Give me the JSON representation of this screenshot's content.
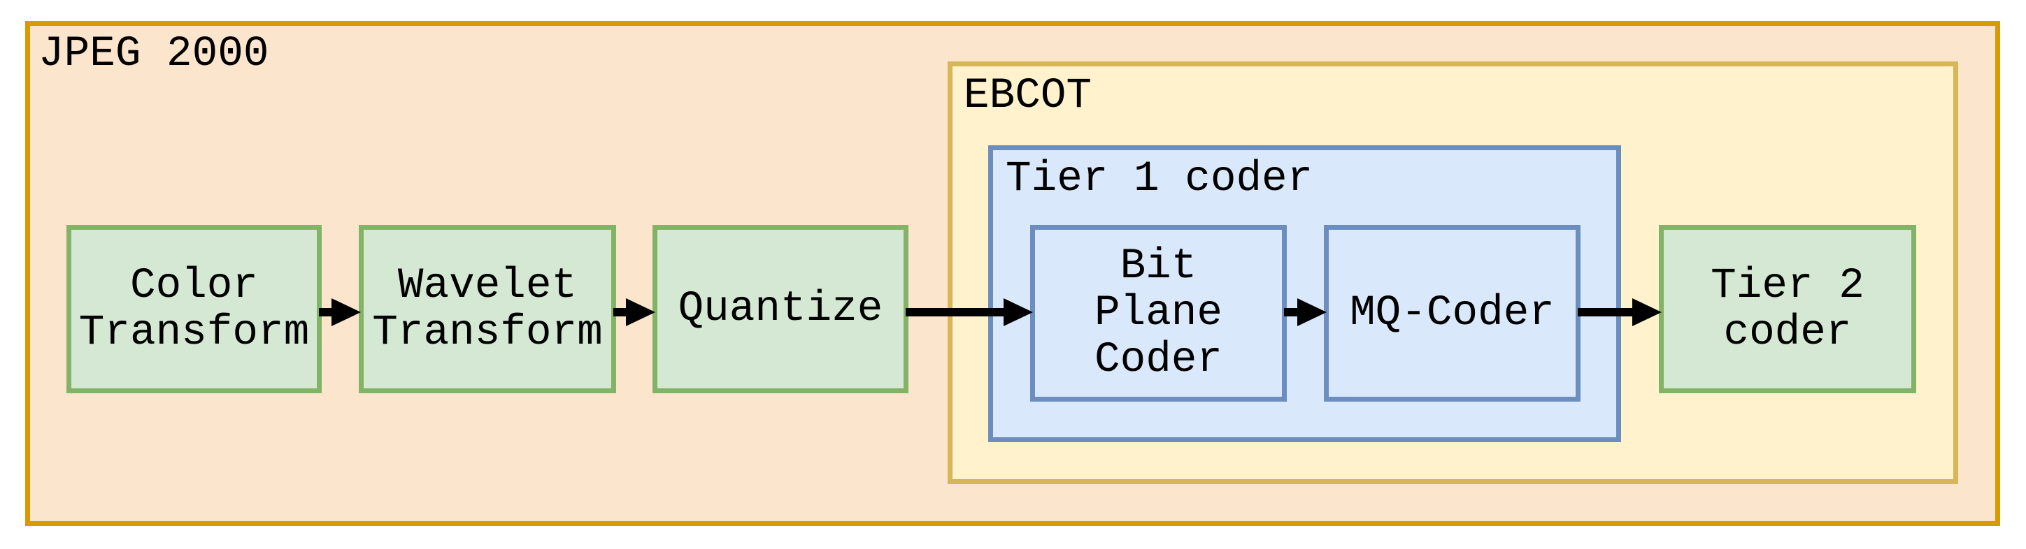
{
  "diagram": {
    "outer_label": "JPEG 2000",
    "ebcot_label": "EBCOT",
    "tier1_label": "Tier 1 coder",
    "nodes": {
      "color_transform": "Color\nTransform",
      "wavelet_transform": "Wavelet\nTransform",
      "quantize": "Quantize",
      "bit_plane_coder": "Bit\nPlane\nCoder",
      "mq_coder": "MQ-Coder",
      "tier2_coder": "Tier 2\ncoder"
    },
    "colors": {
      "outer_fill": "#FCE5CD",
      "outer_border": "#D79B00",
      "ebcot_fill": "#FFF2CC",
      "ebcot_border": "#D6B656",
      "green_node_fill": "#D5E8D4",
      "green_node_border": "#82B366",
      "blue_node_fill": "#DAE8FC",
      "blue_node_border": "#6C8EBF",
      "arrow": "#000000",
      "text": "#000000",
      "page_background": "#FFFFFF"
    }
  }
}
